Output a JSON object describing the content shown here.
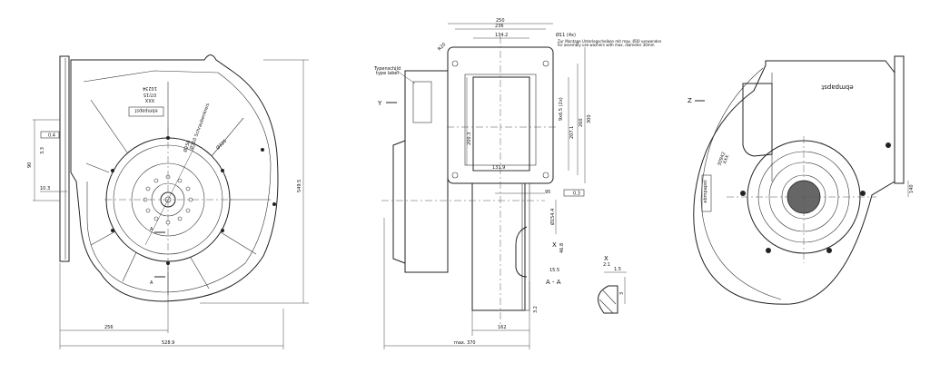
{
  "left_view": {
    "flatness_value": "0.4",
    "roughness": "3.3",
    "dim_90": "90",
    "dim_10_3": "10.3",
    "dim_256": "256",
    "dim_528_9": "528.9",
    "dim_549_5": "549.5",
    "dia_250": "Ø250",
    "dia_note": "Ø310 Schraubenkreis",
    "dia_326": "Ø326",
    "label_code1": "10234",
    "label_code2": "07/15",
    "label_code3": "XXX",
    "brand": "ebmpapst",
    "section_a": "A"
  },
  "side_view": {
    "dim_250": "250",
    "dim_236": "236",
    "dim_134_2": "134.2",
    "dia_11": "Ø11 (4x)",
    "mount_note_de": "Zur Montage Unterlegscheiben mit max. Ø30 verwenden",
    "mount_note_en": "for assembly use washers with max. diameter 30mm",
    "radius": "R20",
    "type_label_de": "Typenschild",
    "type_label_en": "type label",
    "view_y": "Y",
    "dim_200_3": "200.3",
    "dim_slot": "9x6.5 (2x)",
    "dim_207_1": "207.1",
    "dim_260": "260",
    "dim_300": "300",
    "dim_131_9": "131.9",
    "dim_95": "95",
    "flatness_value": "0.3",
    "dia_154": "Ø154.4",
    "dim_46_8": "46.8",
    "dim_15_5": "15.5",
    "detail_x": "X",
    "section_aa": "A - A",
    "roughness": "3.2",
    "dim_162": "162",
    "dim_max370": "max. 370"
  },
  "detail": {
    "title": "X",
    "scale": "2:1",
    "dim_a": "1.5",
    "dim_b": "3"
  },
  "right_view": {
    "view_z": "Z",
    "brand": "ebmpapst",
    "code": "30942",
    "code2": "XXX",
    "dim_140": "140"
  }
}
